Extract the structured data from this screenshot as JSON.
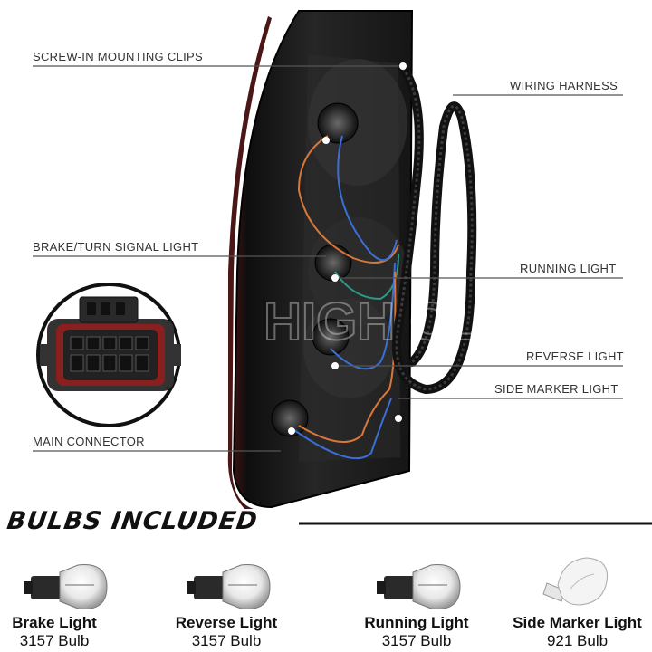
{
  "callouts": {
    "screw_clips": "SCREW-IN MOUNTING CLIPS",
    "wiring_harness": "WIRING HARNESS",
    "brake_turn": "BRAKE/TURN SIGNAL LIGHT",
    "running": "RUNNING LIGHT",
    "reverse": "REVERSE LIGHT",
    "side_marker": "SIDE MARKER LIGHT",
    "main_connector": "MAIN CONNECTOR"
  },
  "watermark": "HIGH CLASS",
  "bulbs_section": {
    "title": "BULBS INCLUDED",
    "items": [
      {
        "name": "Brake Light",
        "type": "3157 Bulb"
      },
      {
        "name": "Reverse Light",
        "type": "3157 Bulb"
      },
      {
        "name": "Running Light",
        "type": "3157 Bulb"
      },
      {
        "name": "Side Marker Light",
        "type": "921 Bulb"
      }
    ]
  },
  "colors": {
    "housing": "#1c1c1c",
    "harness": "#111111",
    "wire_blue": "#3a6fd8",
    "wire_orange": "#d9773a",
    "wire_teal": "#2a9a8a",
    "connector_red": "#8a1f1f"
  }
}
